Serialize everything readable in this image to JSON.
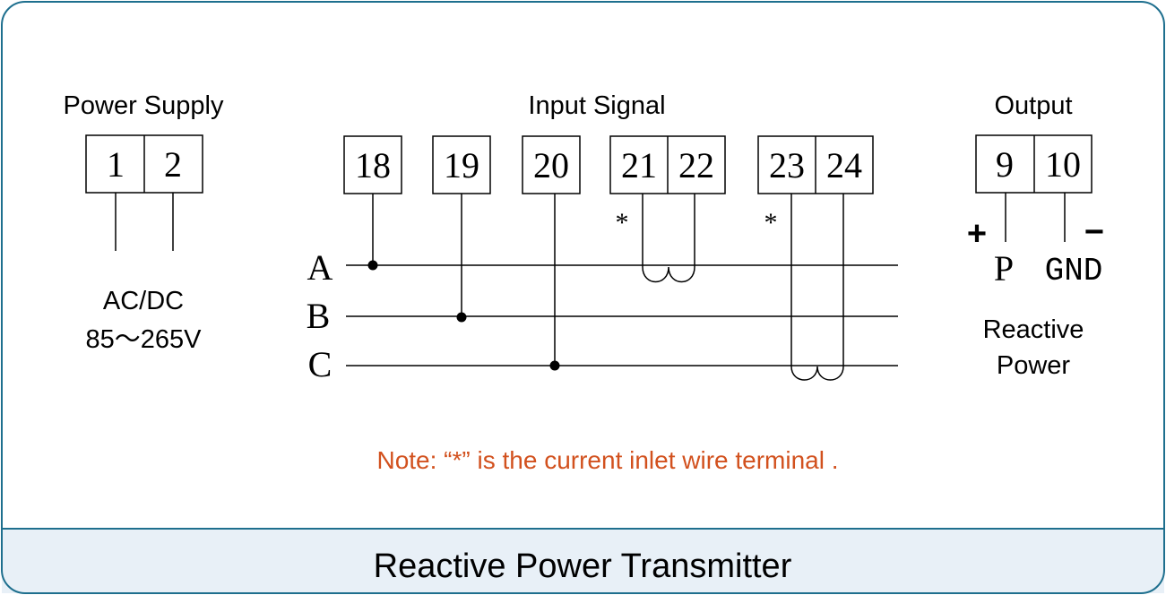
{
  "footer_title": "Reactive Power Transmitter",
  "power_supply": {
    "heading": "Power Supply",
    "terminals": [
      "1",
      "2"
    ],
    "spec_line1": "AC/DC",
    "spec_line2": "85～265V"
  },
  "input_signal": {
    "heading": "Input Signal",
    "voltage_terminals": [
      "18",
      "19",
      "20"
    ],
    "current_terminals_a": [
      "21",
      "22"
    ],
    "current_terminals_c": [
      "23",
      "24"
    ],
    "phase_lines": [
      "A",
      "B",
      "C"
    ],
    "current_inlet_mark": "*"
  },
  "output": {
    "heading": "Output",
    "terminals": [
      "9",
      "10"
    ],
    "plus_sign": "+",
    "minus_sign": "−",
    "p_label": "P",
    "gnd_label": "GND",
    "quantity_line1": "Reactive",
    "quantity_line2": "Power"
  },
  "note": "Note: “*” is  the current inlet wire terminal .",
  "colors": {
    "border": "#1e6f8e",
    "footer_bg": "#e8f0f7",
    "note": "#d2511e",
    "line": "#000000"
  }
}
